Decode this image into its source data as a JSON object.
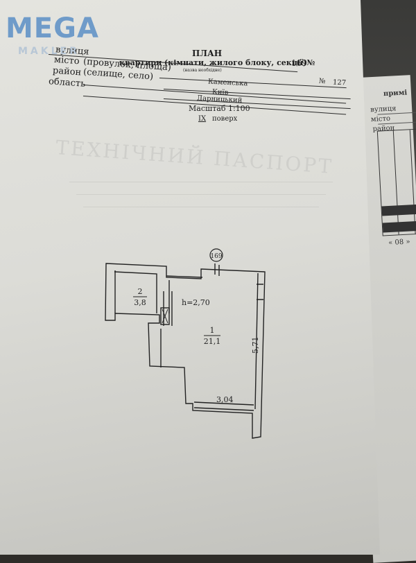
{
  "logo": {
    "main": "MEGA",
    "sub": "MAKLER"
  },
  "header": {
    "title": "ПЛАН",
    "subtitle": "квартири (кімнати, жилого блоку, секції)№",
    "apartment_number": "169",
    "small_note": "(назва необхідне)",
    "fields": [
      {
        "label": "вулиця",
        "value": "Каменська"
      },
      {
        "label": "(провулок, площа)",
        "value": ""
      },
      {
        "label": "місто",
        "value": "Київ"
      },
      {
        "label": "(селище, село)",
        "value": ""
      },
      {
        "label": "район",
        "value": "Дарницький"
      },
      {
        "label": "область",
        "value": ""
      }
    ],
    "house_label": "№",
    "house_number": "127",
    "scale": "Масштаб 1:100",
    "floor_number": "IX",
    "floor_label": "поверх"
  },
  "plan": {
    "unit_marker": "169",
    "ceiling_height": "h=2,70",
    "rooms": [
      {
        "number": "1",
        "area": "21,1"
      },
      {
        "number": "2",
        "area": "3,8"
      }
    ],
    "dimensions": {
      "length": "5,71",
      "width": "3,04"
    }
  },
  "side_sheet": {
    "heading": "примі",
    "fields": [
      "вулиця",
      "місто",
      "район"
    ],
    "footer": "« 08 »"
  }
}
